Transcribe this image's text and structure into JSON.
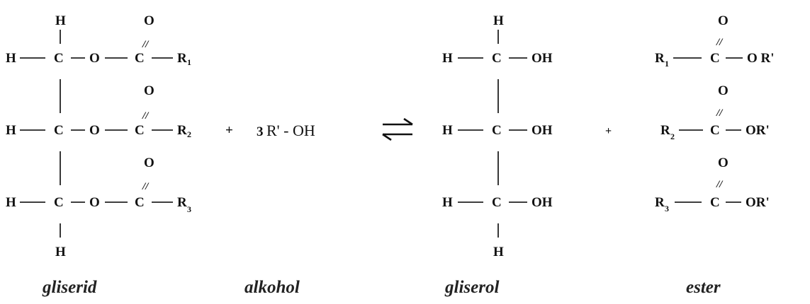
{
  "atoms": {
    "H": "H",
    "C": "C",
    "O": "O",
    "OH": "OH",
    "plus": "+"
  },
  "glyphs": {
    "double_bond": "//"
  },
  "groups": {
    "R1": "R",
    "R1_sub": "1",
    "R2": "R",
    "R2_sub": "2",
    "R3": "R",
    "R3_sub": "3",
    "R_prime": "R'",
    "ester_O_R_prime": "O R'",
    "ester_OR_prime": "OR'"
  },
  "reagent": {
    "coefficient": "3",
    "alcohol": "R' - OH"
  },
  "labels": {
    "glyceride": "gliserid",
    "alcohol": "alkohol",
    "glycerol": "gliserol",
    "ester": "ester"
  },
  "colors": {
    "ink": "#111111",
    "background": "#ffffff"
  }
}
